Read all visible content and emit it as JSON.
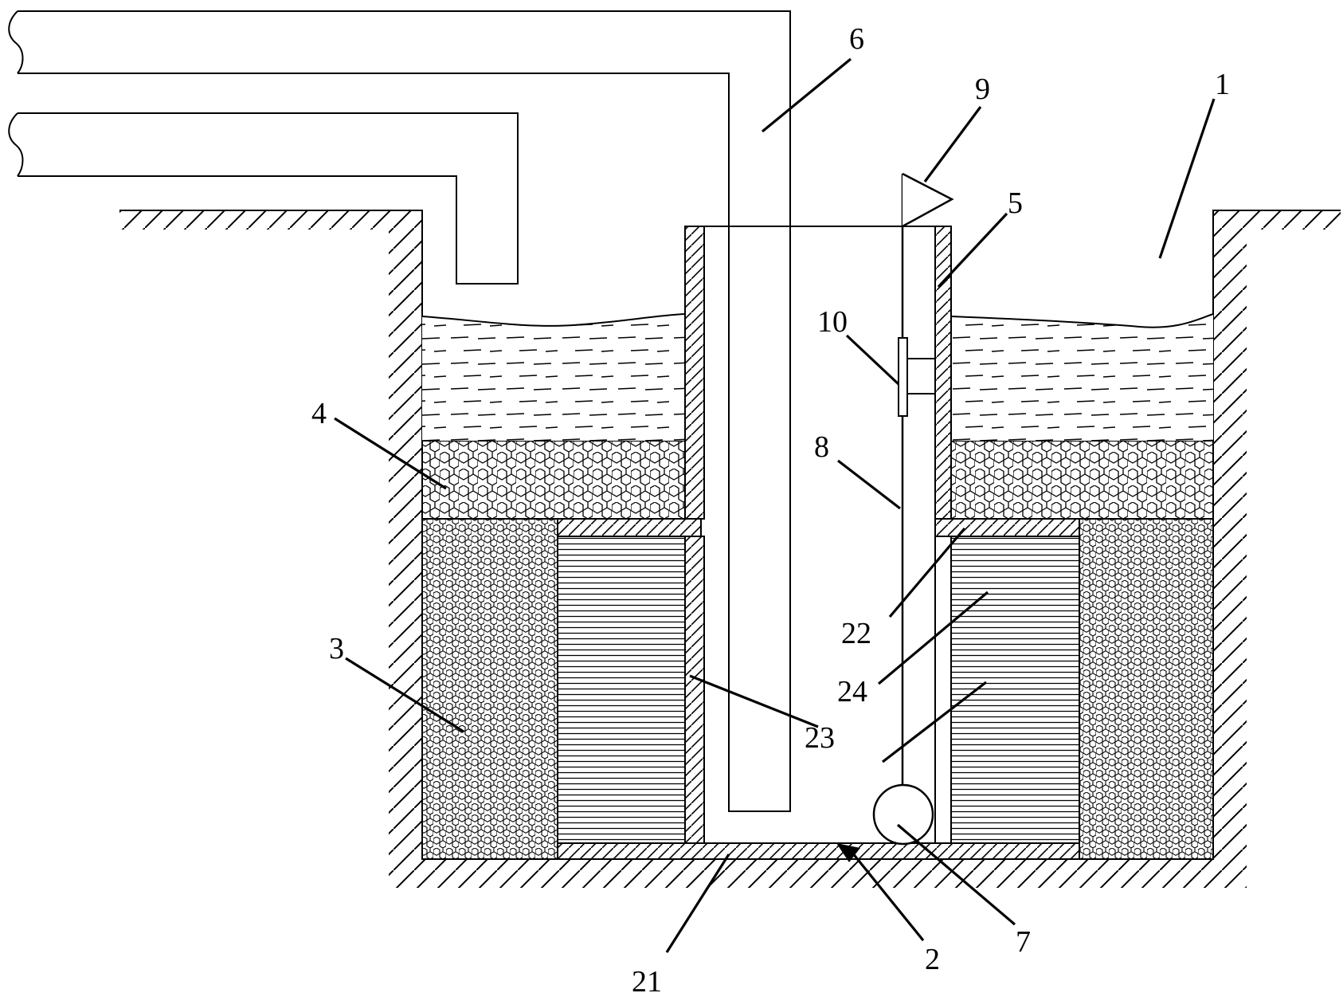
{
  "labels": {
    "n1": "1",
    "n2": "2",
    "n3": "3",
    "n4": "4",
    "n5": "5",
    "n6": "6",
    "n7": "7",
    "n8": "8",
    "n9": "9",
    "n10": "10",
    "n21": "21",
    "n22": "22",
    "n23": "23",
    "n24": "24"
  }
}
